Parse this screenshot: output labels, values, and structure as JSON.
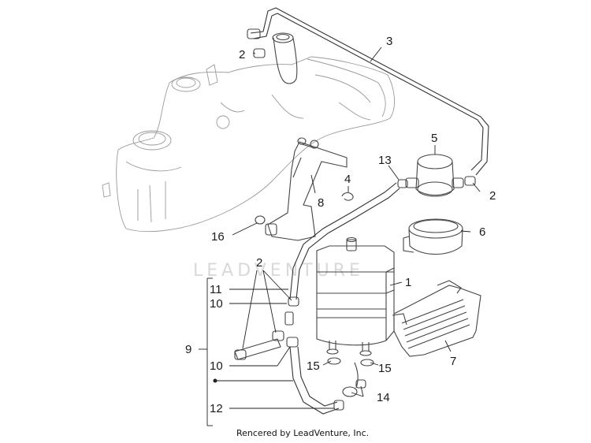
{
  "diagram": {
    "callouts": {
      "c1": "1",
      "c2_top": "2",
      "c2_right": "2",
      "c2_left": "2",
      "c3": "3",
      "c4": "4",
      "c5": "5",
      "c6": "6",
      "c7": "7",
      "c8": "8",
      "c9": "9",
      "c10_a": "10",
      "c10_b": "10",
      "c11": "11",
      "c12": "12",
      "c13": "13",
      "c14": "14",
      "c15_a": "15",
      "c15_b": "15",
      "c16": "16"
    },
    "watermark": "LEADVENTURE",
    "footer": "Rencered by LeadVenture, Inc."
  }
}
